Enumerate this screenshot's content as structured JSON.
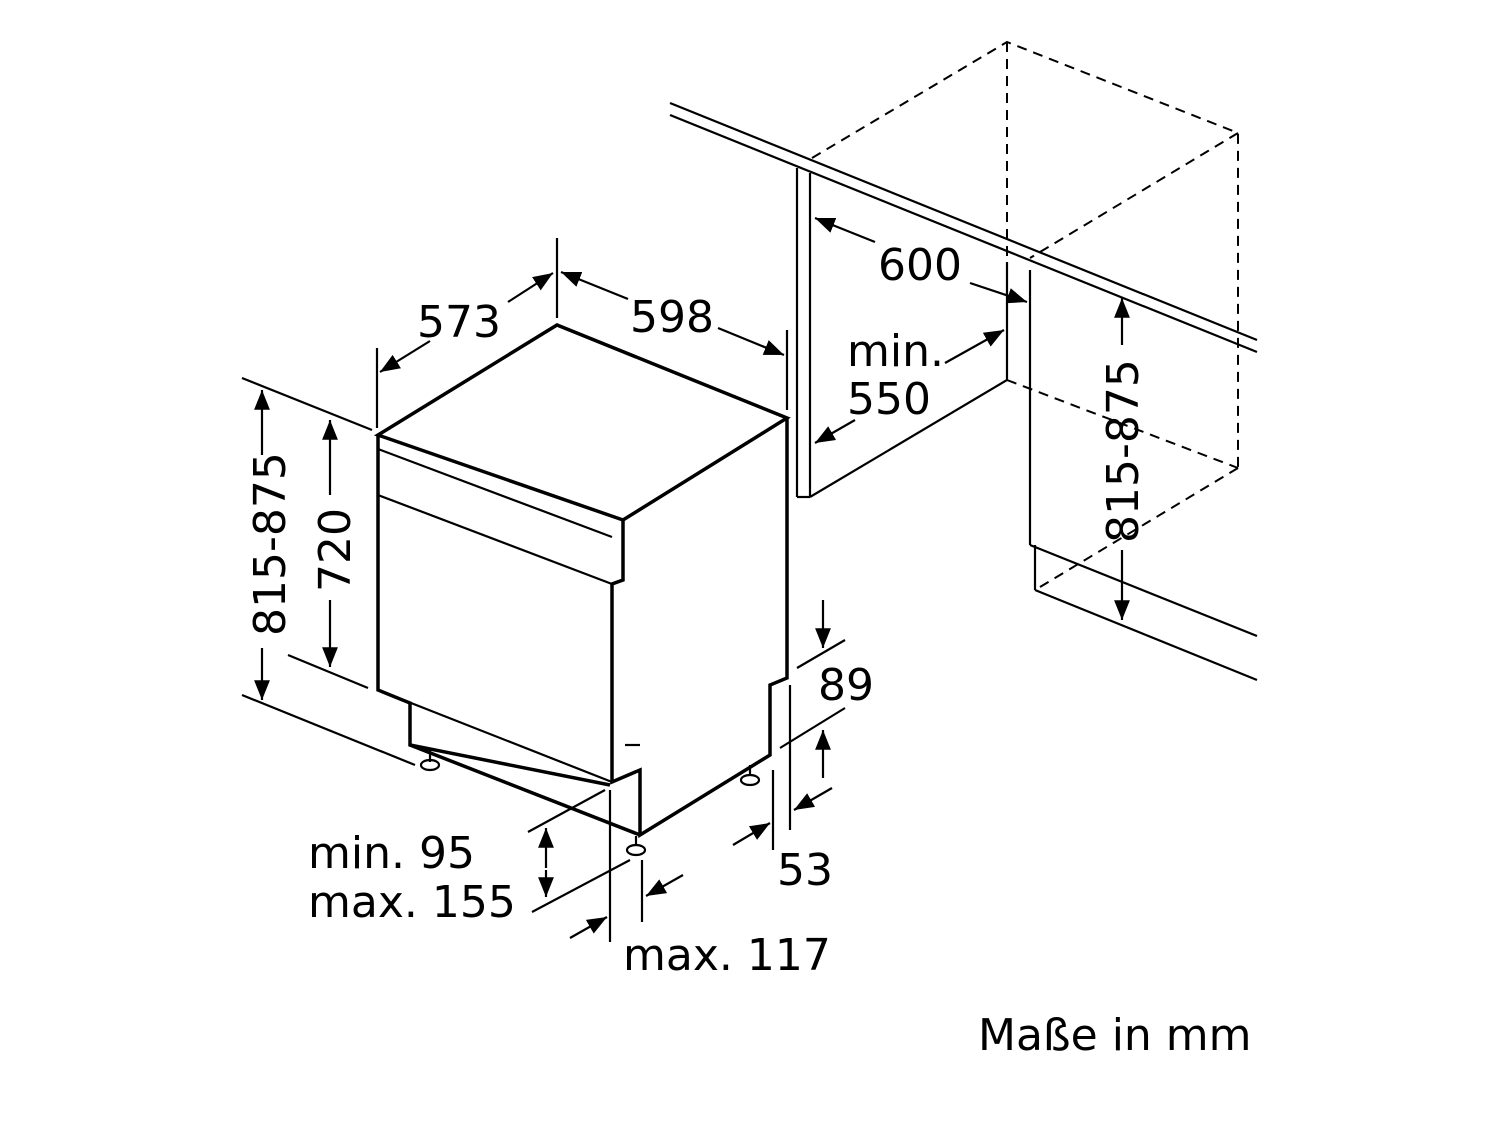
{
  "dimensions": {
    "depth": "573",
    "width": "598",
    "niche_width": "600",
    "niche_depth_line1": "min.",
    "niche_depth_line2": "550",
    "height_range_left": "815-875",
    "body_height": "720",
    "height_range_right": "815-875",
    "plinth_height": "89",
    "plinth_depth": "53",
    "foot_min": "min. 95",
    "foot_max": "max. 155",
    "door_offset": "max. 117"
  },
  "units_note": "Maße in mm"
}
